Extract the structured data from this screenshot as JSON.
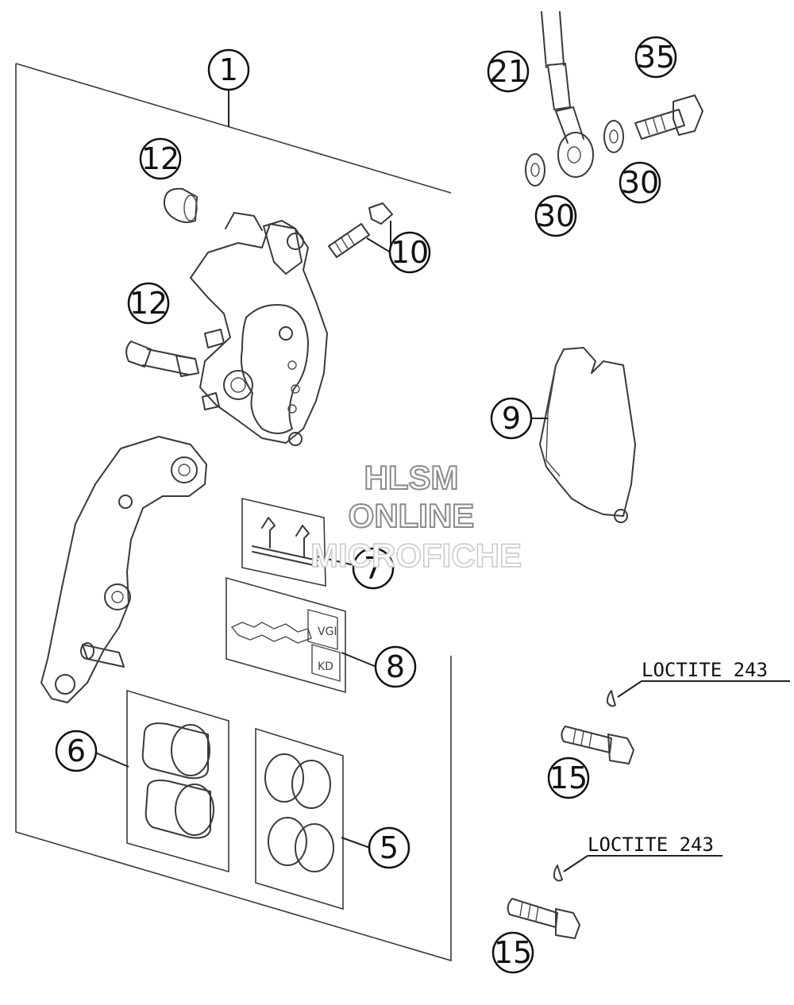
{
  "callouts": {
    "c1": "1",
    "c12a": "12",
    "c12b": "12",
    "c10": "10",
    "c21": "21",
    "c35": "35",
    "c30a": "30",
    "c30b": "30",
    "c9": "9",
    "c7": "7",
    "c8": "8",
    "c6": "6",
    "c5": "5",
    "c15a": "15",
    "c15b": "15"
  },
  "notes": {
    "loctite_upper": "LOCTITE 243",
    "loctite_lower": "LOCTITE 243"
  },
  "watermark": {
    "line1": "HLSM",
    "line2": "ONLINE",
    "line3": "MICROFICHE"
  }
}
